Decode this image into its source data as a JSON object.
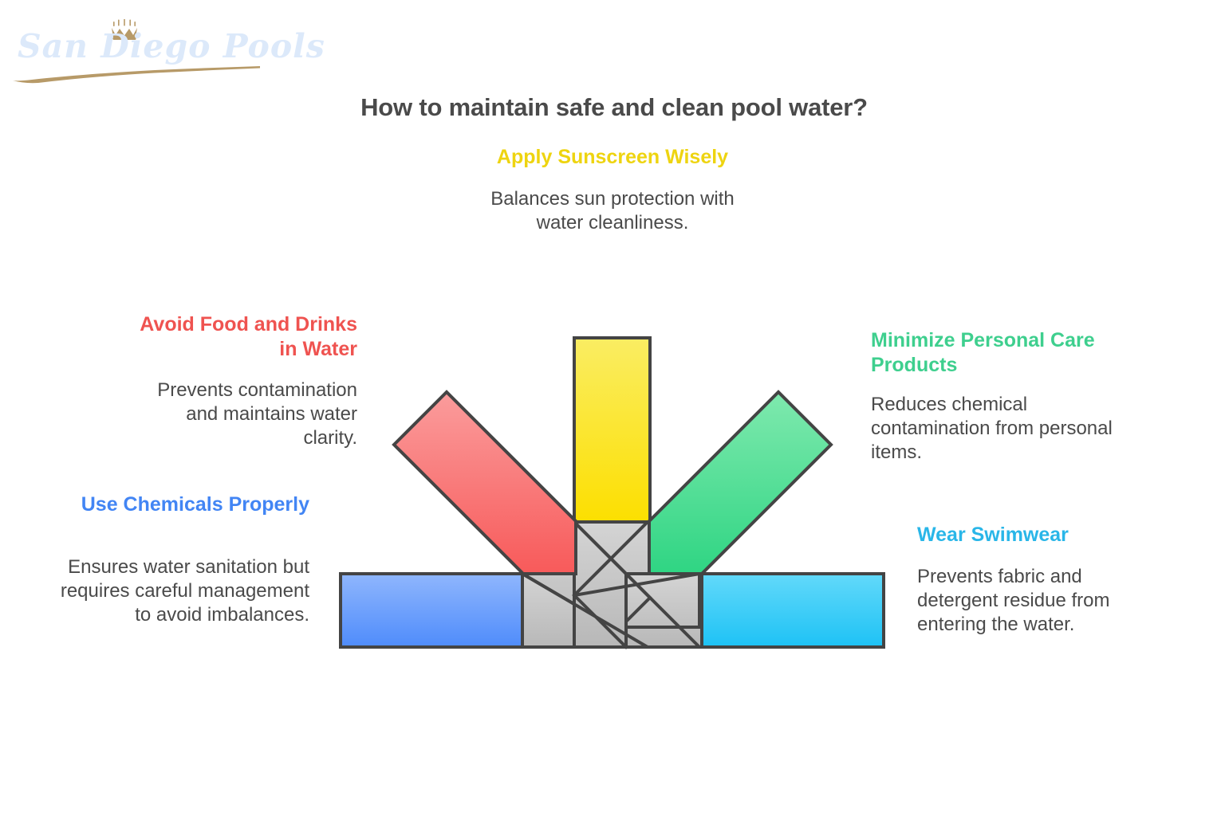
{
  "brand": {
    "name": "San Diego Pools",
    "crown_icon": "crown-icon",
    "swoosh_icon": "swoosh-underline",
    "wordmark_color": "#dce9fa",
    "accent_gold": "#b79a68"
  },
  "title": "How to maintain safe and clean pool water?",
  "title_color": "#4a4a4a",
  "body_color": "#4a4a4a",
  "callouts": [
    {
      "id": "sunscreen",
      "heading": "Apply Sunscreen Wisely",
      "body": "Balances sun protection with water cleanliness.",
      "color": "#eed410",
      "position": "top-center",
      "arrow": "up"
    },
    {
      "id": "food",
      "heading": "Avoid Food and Drinks in Water",
      "body": "Prevents contamination and maintains water clarity.",
      "color": "#ef5350",
      "position": "left-upper",
      "arrow": "up-left-diagonal"
    },
    {
      "id": "personal-care",
      "heading": "Minimize Personal Care Products",
      "body": "Reduces chemical contamination from personal items.",
      "color": "#3ecf8e",
      "position": "right-upper",
      "arrow": "up-right-diagonal"
    },
    {
      "id": "chemicals",
      "heading": "Use Chemicals Properly",
      "body": "Ensures water sanitation but requires careful management to avoid imbalances.",
      "color": "#4285f4",
      "position": "left-lower",
      "arrow": "left"
    },
    {
      "id": "swimwear",
      "heading": "Wear Swimwear",
      "body": "Prevents fabric and detergent residue from entering the water.",
      "color": "#29b6e8",
      "position": "right-lower",
      "arrow": "right"
    }
  ],
  "diagram": {
    "type": "radial-arrow-burst",
    "stroke_color": "#444444",
    "stroke_width": 4,
    "gray_fill_top": "#d2d2d2",
    "gray_fill_bottom": "#b9b9b9",
    "arrows": [
      {
        "name": "yellow-arrow-up",
        "fill_top": "#faed63",
        "fill_bottom": "#fcdf00",
        "direction": "up"
      },
      {
        "name": "red-arrow-upleft",
        "fill_top": "#fa9c9c",
        "fill_bottom": "#f85a5a",
        "direction": "up-left"
      },
      {
        "name": "green-arrow-upright",
        "fill_top": "#7fe9ae",
        "fill_bottom": "#2fd583",
        "direction": "up-right"
      },
      {
        "name": "blue-arrow-left",
        "fill_top": "#8fb6fd",
        "fill_bottom": "#4f8cfb",
        "direction": "left"
      },
      {
        "name": "cyan-arrow-right",
        "fill_top": "#62d9fa",
        "fill_bottom": "#1ec2f5",
        "direction": "right"
      }
    ]
  }
}
